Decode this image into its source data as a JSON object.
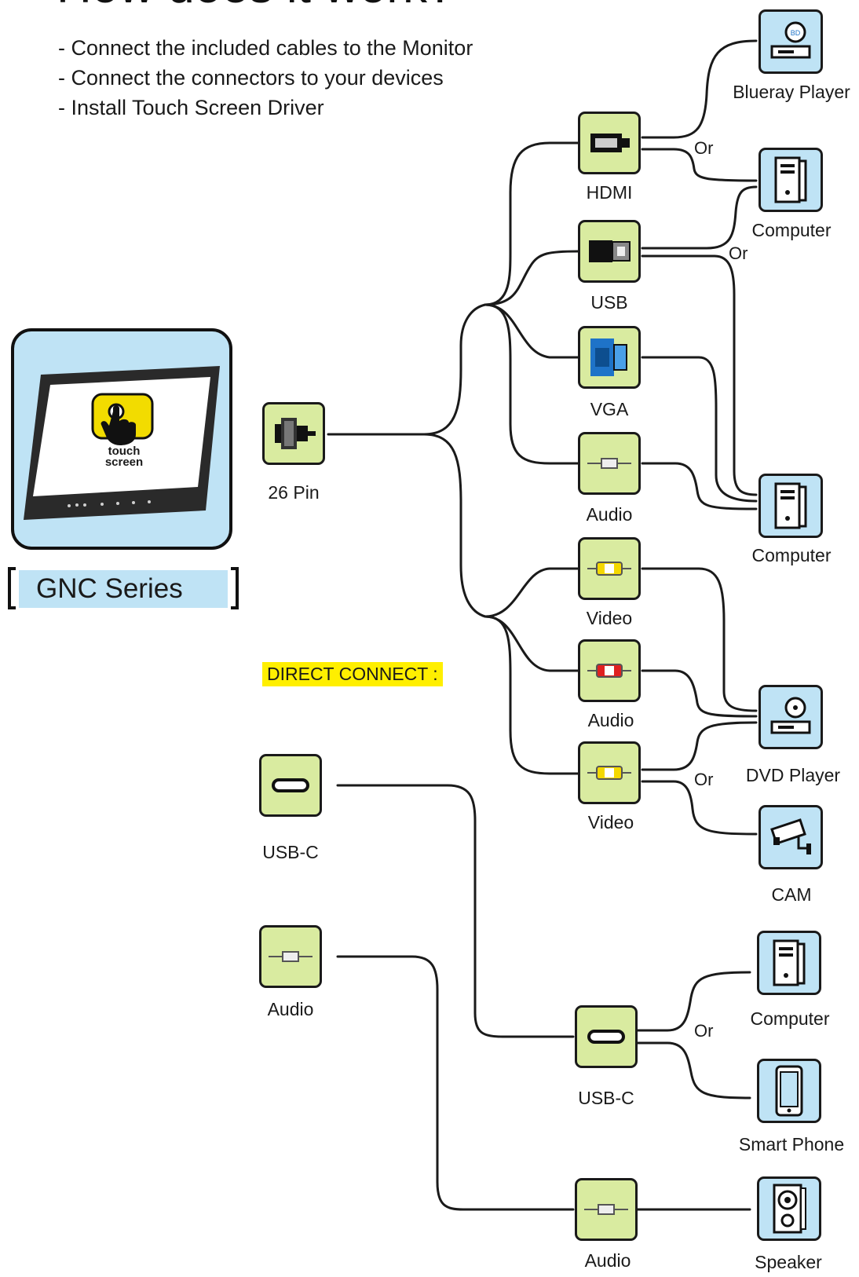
{
  "title": "How does it work?",
  "steps": [
    "- Connect the included cables to the Monitor",
    "- Connect the connectors to your devices",
    "- Install Touch Screen Driver"
  ],
  "product": {
    "screen_label": "touch screen",
    "series": "GNC Series"
  },
  "direct_connect": "DIRECT CONNECT :",
  "or_label": "Or",
  "source": {
    "label": "26 Pin",
    "icon": "26-pin-connector-icon"
  },
  "cables": {
    "hdmi": "HDMI",
    "usb": "USB",
    "vga": "VGA",
    "audio1": "Audio",
    "video1": "Video",
    "audio2": "Audio",
    "video2": "Video",
    "usbc_right": "USB-C",
    "audio_bottom": "Audio"
  },
  "direct": {
    "usbc": "USB-C",
    "audio": "Audio"
  },
  "devices": {
    "bluray": "Blueray Player",
    "computer1": "Computer",
    "computer2": "Computer",
    "dvd": "DVD Player",
    "cam": "CAM",
    "computer3": "Computer",
    "phone": "Smart Phone",
    "speaker": "Speaker"
  },
  "colors": {
    "cable_box": "#d9eba0",
    "device_box": "#bfe3f5",
    "highlight": "#ffef00",
    "line": "#1a1a1a"
  }
}
